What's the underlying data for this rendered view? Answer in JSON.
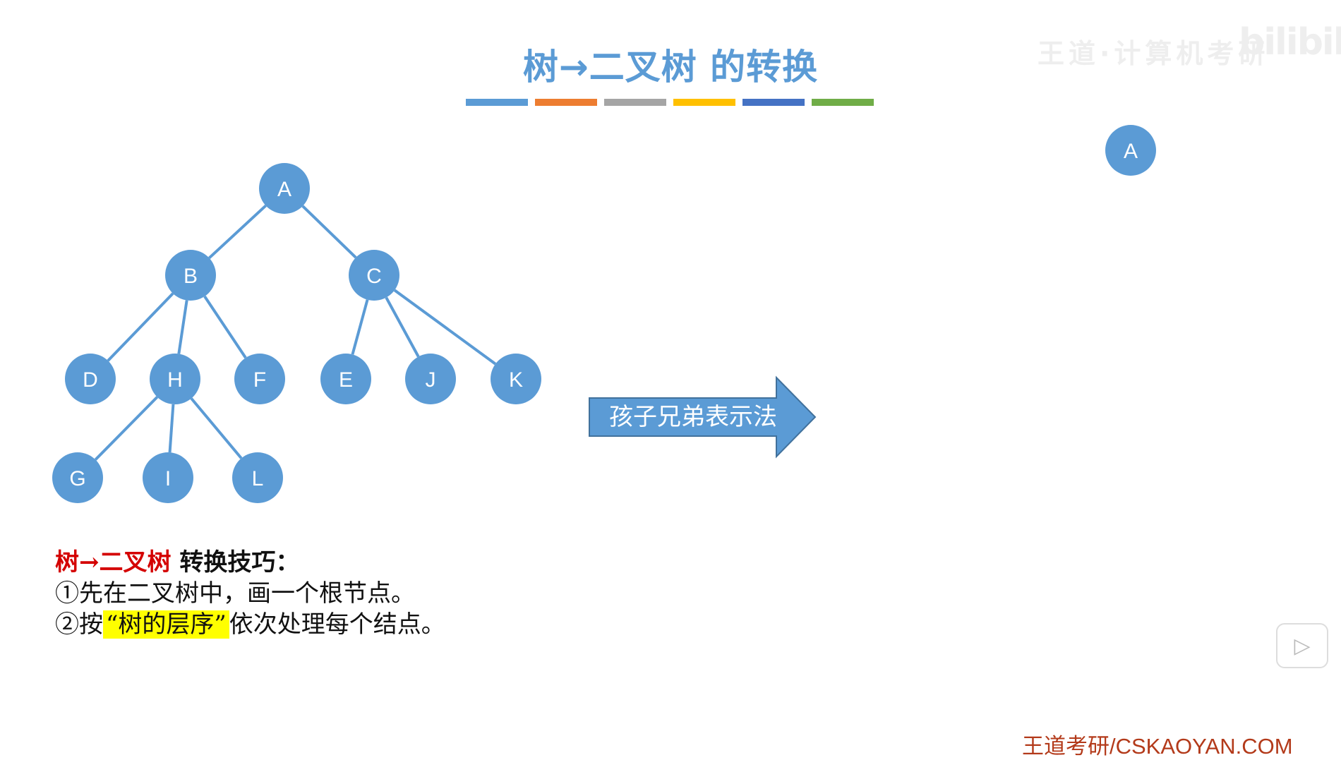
{
  "title": {
    "text": "树→二叉树 的转换",
    "bar_colors": [
      "#5b9bd5",
      "#ed7d31",
      "#a5a5a5",
      "#ffc000",
      "#4472c4",
      "#70ad47"
    ]
  },
  "watermark": {
    "text": "王道·计算机考研",
    "logo": "bilibili"
  },
  "tree": {
    "nodes": [
      {
        "id": "A",
        "label": "A"
      },
      {
        "id": "B",
        "label": "B"
      },
      {
        "id": "C",
        "label": "C"
      },
      {
        "id": "D",
        "label": "D"
      },
      {
        "id": "H",
        "label": "H"
      },
      {
        "id": "F",
        "label": "F"
      },
      {
        "id": "E",
        "label": "E"
      },
      {
        "id": "J",
        "label": "J"
      },
      {
        "id": "K",
        "label": "K"
      },
      {
        "id": "G",
        "label": "G"
      },
      {
        "id": "I",
        "label": "I"
      },
      {
        "id": "L",
        "label": "L"
      }
    ],
    "edges": [
      [
        "A",
        "B"
      ],
      [
        "A",
        "C"
      ],
      [
        "B",
        "D"
      ],
      [
        "B",
        "H"
      ],
      [
        "B",
        "F"
      ],
      [
        "C",
        "E"
      ],
      [
        "C",
        "J"
      ],
      [
        "C",
        "K"
      ],
      [
        "H",
        "G"
      ],
      [
        "H",
        "I"
      ],
      [
        "H",
        "L"
      ]
    ]
  },
  "arrow": {
    "label": "孩子兄弟表示法"
  },
  "binary_tree": {
    "nodes": [
      {
        "id": "A",
        "label": "A"
      }
    ]
  },
  "tips": {
    "heading_red": "树→二叉树",
    "heading_rest": " 转换技巧：",
    "step1": "①先在二叉树中，画一个根节点。",
    "step2_prefix": "②按",
    "step2_highlight": "“树的层序”",
    "step2_suffix": "依次处理每个结点。"
  },
  "footer": {
    "text": "王道考研/CSKAOYAN.COM"
  },
  "colors": {
    "node_fill": "#5b9bd5",
    "edge": "#5b9bd5",
    "node_text": "#ffffff"
  },
  "icons": {
    "play": "play-icon"
  }
}
